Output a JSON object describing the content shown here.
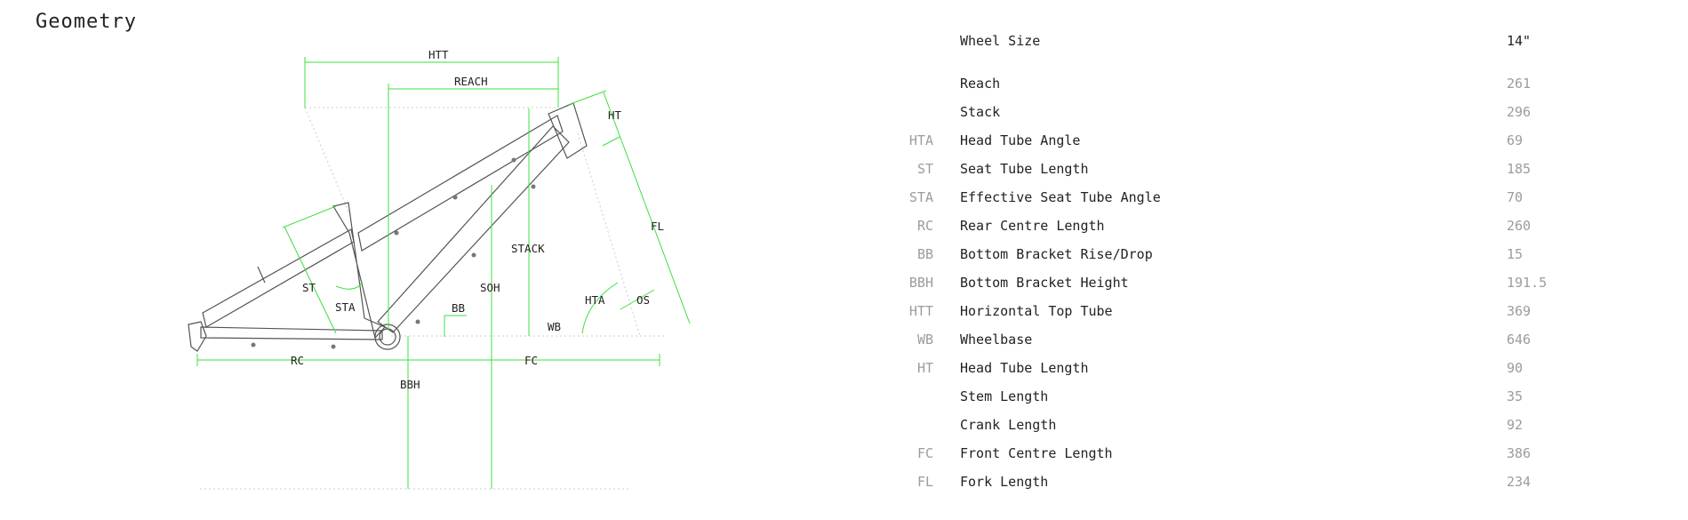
{
  "title": "Geometry",
  "diagram": {
    "labels": {
      "htt": "HTT",
      "reach": "REACH",
      "ht": "HT",
      "fl": "FL",
      "stack": "STACK",
      "st": "ST",
      "sta": "STA",
      "soh": "SOH",
      "bb": "BB",
      "hta": "HTA",
      "os": "OS",
      "wb": "WB",
      "rc": "RC",
      "fc": "FC",
      "bbh": "BBH"
    },
    "colors": {
      "dimension": "#3ee03e",
      "frame": "#555555",
      "guide": "#cccccc"
    }
  },
  "specs": {
    "header": {
      "label": "Wheel Size",
      "value": "14\""
    },
    "rows": [
      {
        "abbr": "",
        "label": "Reach",
        "value": "261"
      },
      {
        "abbr": "",
        "label": "Stack",
        "value": "296"
      },
      {
        "abbr": "HTA",
        "label": "Head Tube Angle",
        "value": "69"
      },
      {
        "abbr": "ST",
        "label": "Seat Tube Length",
        "value": "185"
      },
      {
        "abbr": "STA",
        "label": "Effective Seat Tube Angle",
        "value": "70"
      },
      {
        "abbr": "RC",
        "label": "Rear Centre Length",
        "value": "260"
      },
      {
        "abbr": "BB",
        "label": "Bottom Bracket Rise/Drop",
        "value": "15"
      },
      {
        "abbr": "BBH",
        "label": "Bottom Bracket Height",
        "value": "191.5"
      },
      {
        "abbr": "HTT",
        "label": "Horizontal Top Tube",
        "value": "369"
      },
      {
        "abbr": "WB",
        "label": "Wheelbase",
        "value": "646"
      },
      {
        "abbr": "HT",
        "label": "Head Tube Length",
        "value": "90"
      },
      {
        "abbr": "",
        "label": "Stem Length",
        "value": "35"
      },
      {
        "abbr": "",
        "label": "Crank Length",
        "value": "92"
      },
      {
        "abbr": "FC",
        "label": "Front Centre Length",
        "value": "386"
      },
      {
        "abbr": "FL",
        "label": "Fork Length",
        "value": "234"
      }
    ]
  }
}
